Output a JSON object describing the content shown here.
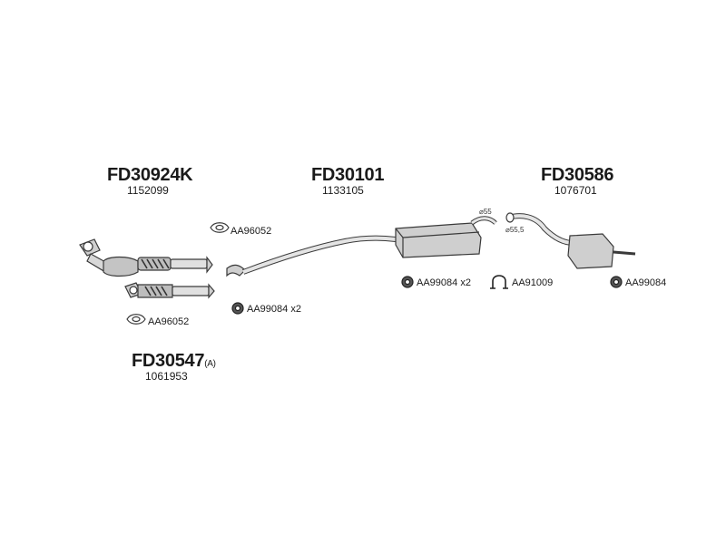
{
  "parts": {
    "front_pipe_k": {
      "code": "FD30924K",
      "number": "1152099"
    },
    "front_pipe_a": {
      "code": "FD30547",
      "suffix": "(A)",
      "number": "1061953"
    },
    "middle_silencer": {
      "code": "FD30101",
      "number": "1133105"
    },
    "rear_silencer": {
      "code": "FD30586",
      "number": "1076701"
    }
  },
  "accessories": {
    "gasket_upper": "AA96052",
    "gasket_lower": "AA96052",
    "mount_middle": "AA99084 x2",
    "mount_left": "AA99084 x2",
    "clamp": "AA91009",
    "mount_rear": "AA99084"
  },
  "dimensions": {
    "middle_outlet": "⌀55",
    "rear_inlet": "⌀55,5"
  },
  "colors": {
    "line": "#3a3a3a",
    "fill": "#cfcfcf",
    "dark": "#444444"
  }
}
